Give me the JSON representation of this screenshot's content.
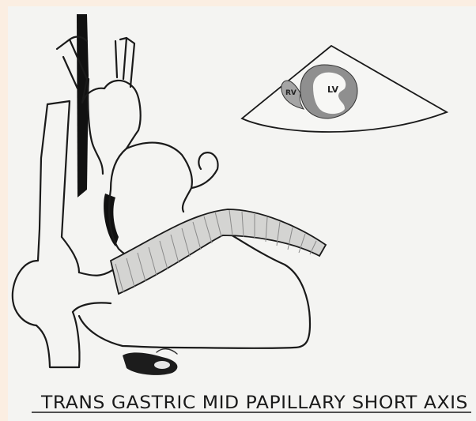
{
  "diagram": {
    "caption": "TRANS GASTRIC MID PAPILLARY SHORT AXIS",
    "echo_view": {
      "labels": {
        "rv": "RV",
        "lv": "LV"
      }
    },
    "colors": {
      "background": "#fbeee2",
      "paper": "#f4f4f2",
      "ink": "#1a1a1a",
      "myocardium": "#8f8f8f",
      "stomach_shading": "#c9c9c9"
    }
  }
}
